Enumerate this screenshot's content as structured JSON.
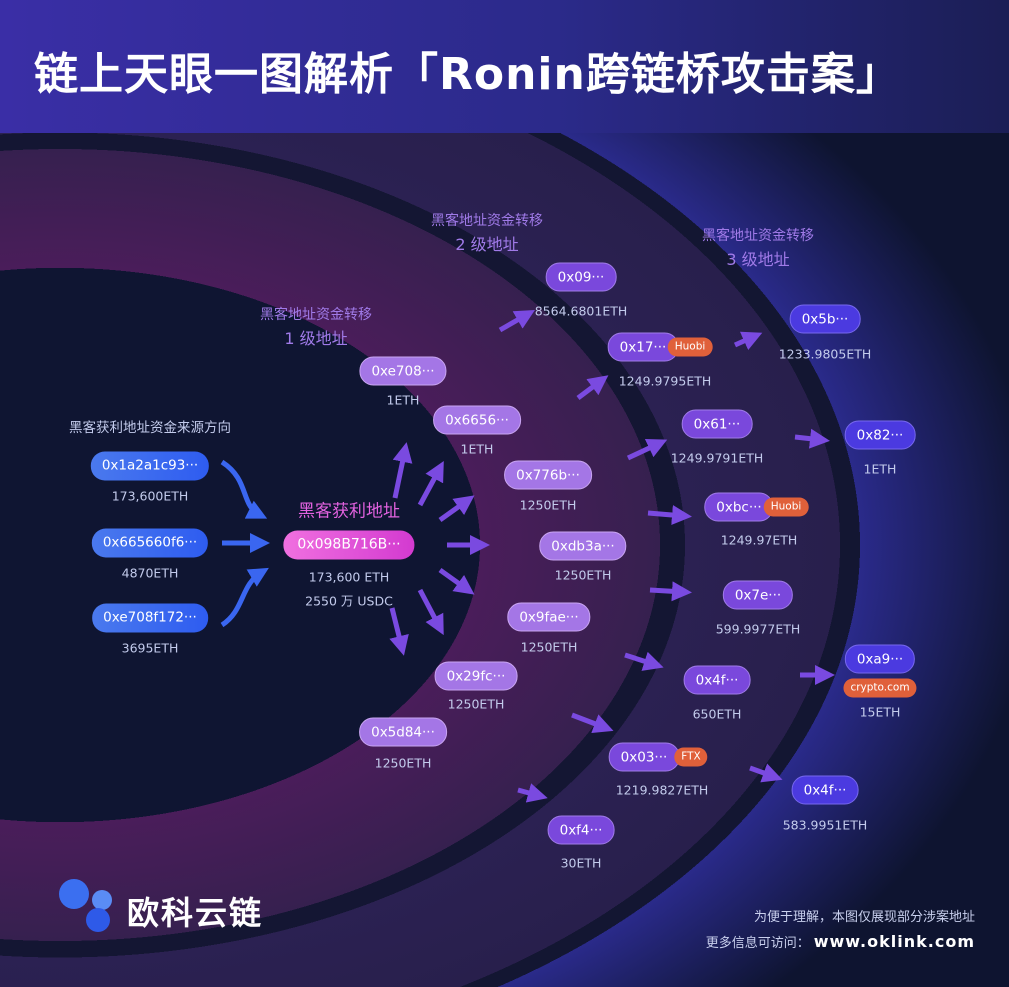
{
  "title": "链上天眼一图解析「Ronin跨链桥攻击案」",
  "sources": {
    "title": "黑客获利地址资金来源方向",
    "items": [
      {
        "addr": "0x1a2a1c93···",
        "amount": "173,600ETH"
      },
      {
        "addr": "0x665660f6···",
        "amount": "4870ETH"
      },
      {
        "addr": "0xe708f172···",
        "amount": "3695ETH"
      }
    ]
  },
  "hacker": {
    "title": "黑客获利地址",
    "addr": "0x098B716B···",
    "amount_eth": "173,600 ETH",
    "amount_usdc": "2550 万 USDC"
  },
  "level1": {
    "title": "黑客地址资金转移",
    "sub": "1 级地址",
    "items": [
      {
        "addr": "0xe708···",
        "amount": "1ETH"
      },
      {
        "addr": "0x6656···",
        "amount": "1ETH"
      },
      {
        "addr": "0x776b···",
        "amount": "1250ETH"
      },
      {
        "addr": "0xdb3a···",
        "amount": "1250ETH"
      },
      {
        "addr": "0x9fae···",
        "amount": "1250ETH"
      },
      {
        "addr": "0x29fc···",
        "amount": "1250ETH"
      },
      {
        "addr": "0x5d84···",
        "amount": "1250ETH"
      }
    ]
  },
  "level2": {
    "title": "黑客地址资金转移",
    "sub": "2 级地址",
    "items": [
      {
        "addr": "0x09···",
        "amount": "8564.6801ETH"
      },
      {
        "addr": "0x17···",
        "amount": "1249.9795ETH",
        "tag": "Huobi"
      },
      {
        "addr": "0x61···",
        "amount": "1249.9791ETH"
      },
      {
        "addr": "0xbc···",
        "amount": "1249.97ETH",
        "tag": "Huobi"
      },
      {
        "addr": "0x7e···",
        "amount": "599.9977ETH"
      },
      {
        "addr": "0x4f···",
        "amount": "650ETH"
      },
      {
        "addr": "0x03···",
        "amount": "1219.9827ETH",
        "tag": "FTX"
      },
      {
        "addr": "0xf4···",
        "amount": "30ETH"
      }
    ]
  },
  "level3": {
    "title": "黑客地址资金转移",
    "sub": "3 级地址",
    "items": [
      {
        "addr": "0x5b···",
        "amount": "1233.9805ETH"
      },
      {
        "addr": "0x82···",
        "amount": "1ETH"
      },
      {
        "addr": "0xa9···",
        "amount": "15ETH",
        "tag": "crypto.com"
      },
      {
        "addr": "0x4f···",
        "amount": "583.9951ETH"
      }
    ]
  },
  "footer": {
    "logo": "欧科云链",
    "note": "为便于理解，本图仅展现部分涉案地址",
    "more_label": "更多信息可访问：",
    "url": "www.oklink.com"
  },
  "colors": {
    "source": "#3d6cf0",
    "hacker": "#e050dc",
    "level1": "#a476e6",
    "level2": "#7a48dc",
    "level3": "#4b3ae0",
    "tag": "#e0603a"
  }
}
